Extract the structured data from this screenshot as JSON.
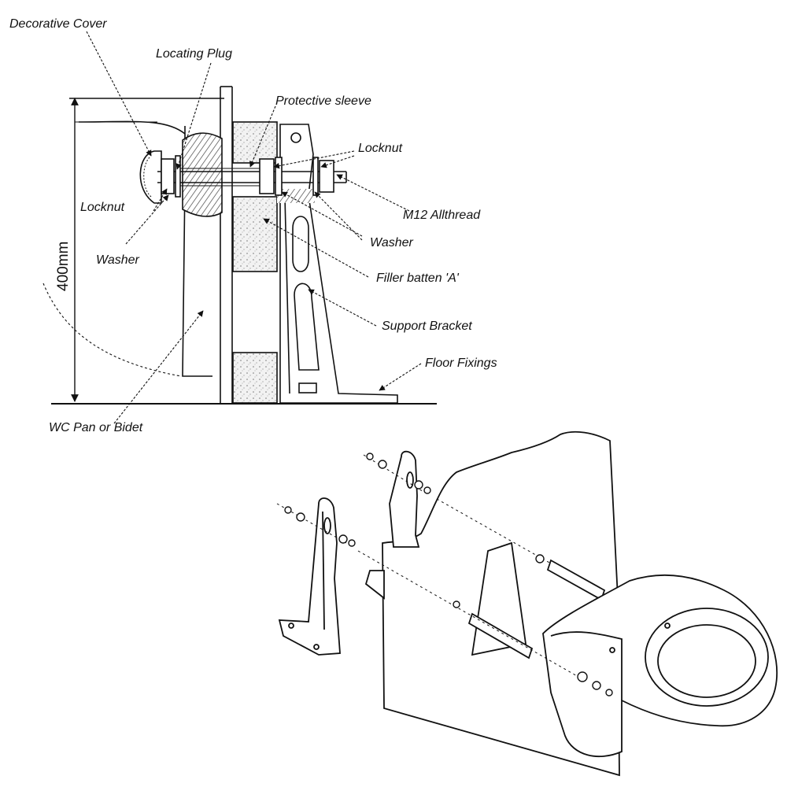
{
  "labels": {
    "decorative_cover": "Decorative Cover",
    "locating_plug": "Locating Plug",
    "protective_sleeve": "Protective sleeve",
    "locknut_right": "Locknut",
    "locknut_left": "Locknut",
    "m12_allthread": "M12 Allthread",
    "washer_left": "Washer",
    "washer_right": "Washer",
    "filler_batten": "Filler batten 'A'",
    "support_bracket": "Support Bracket",
    "floor_fixings": "Floor Fixings",
    "wc_pan": "WC Pan or Bidet"
  },
  "dimension": {
    "height": "400mm"
  }
}
